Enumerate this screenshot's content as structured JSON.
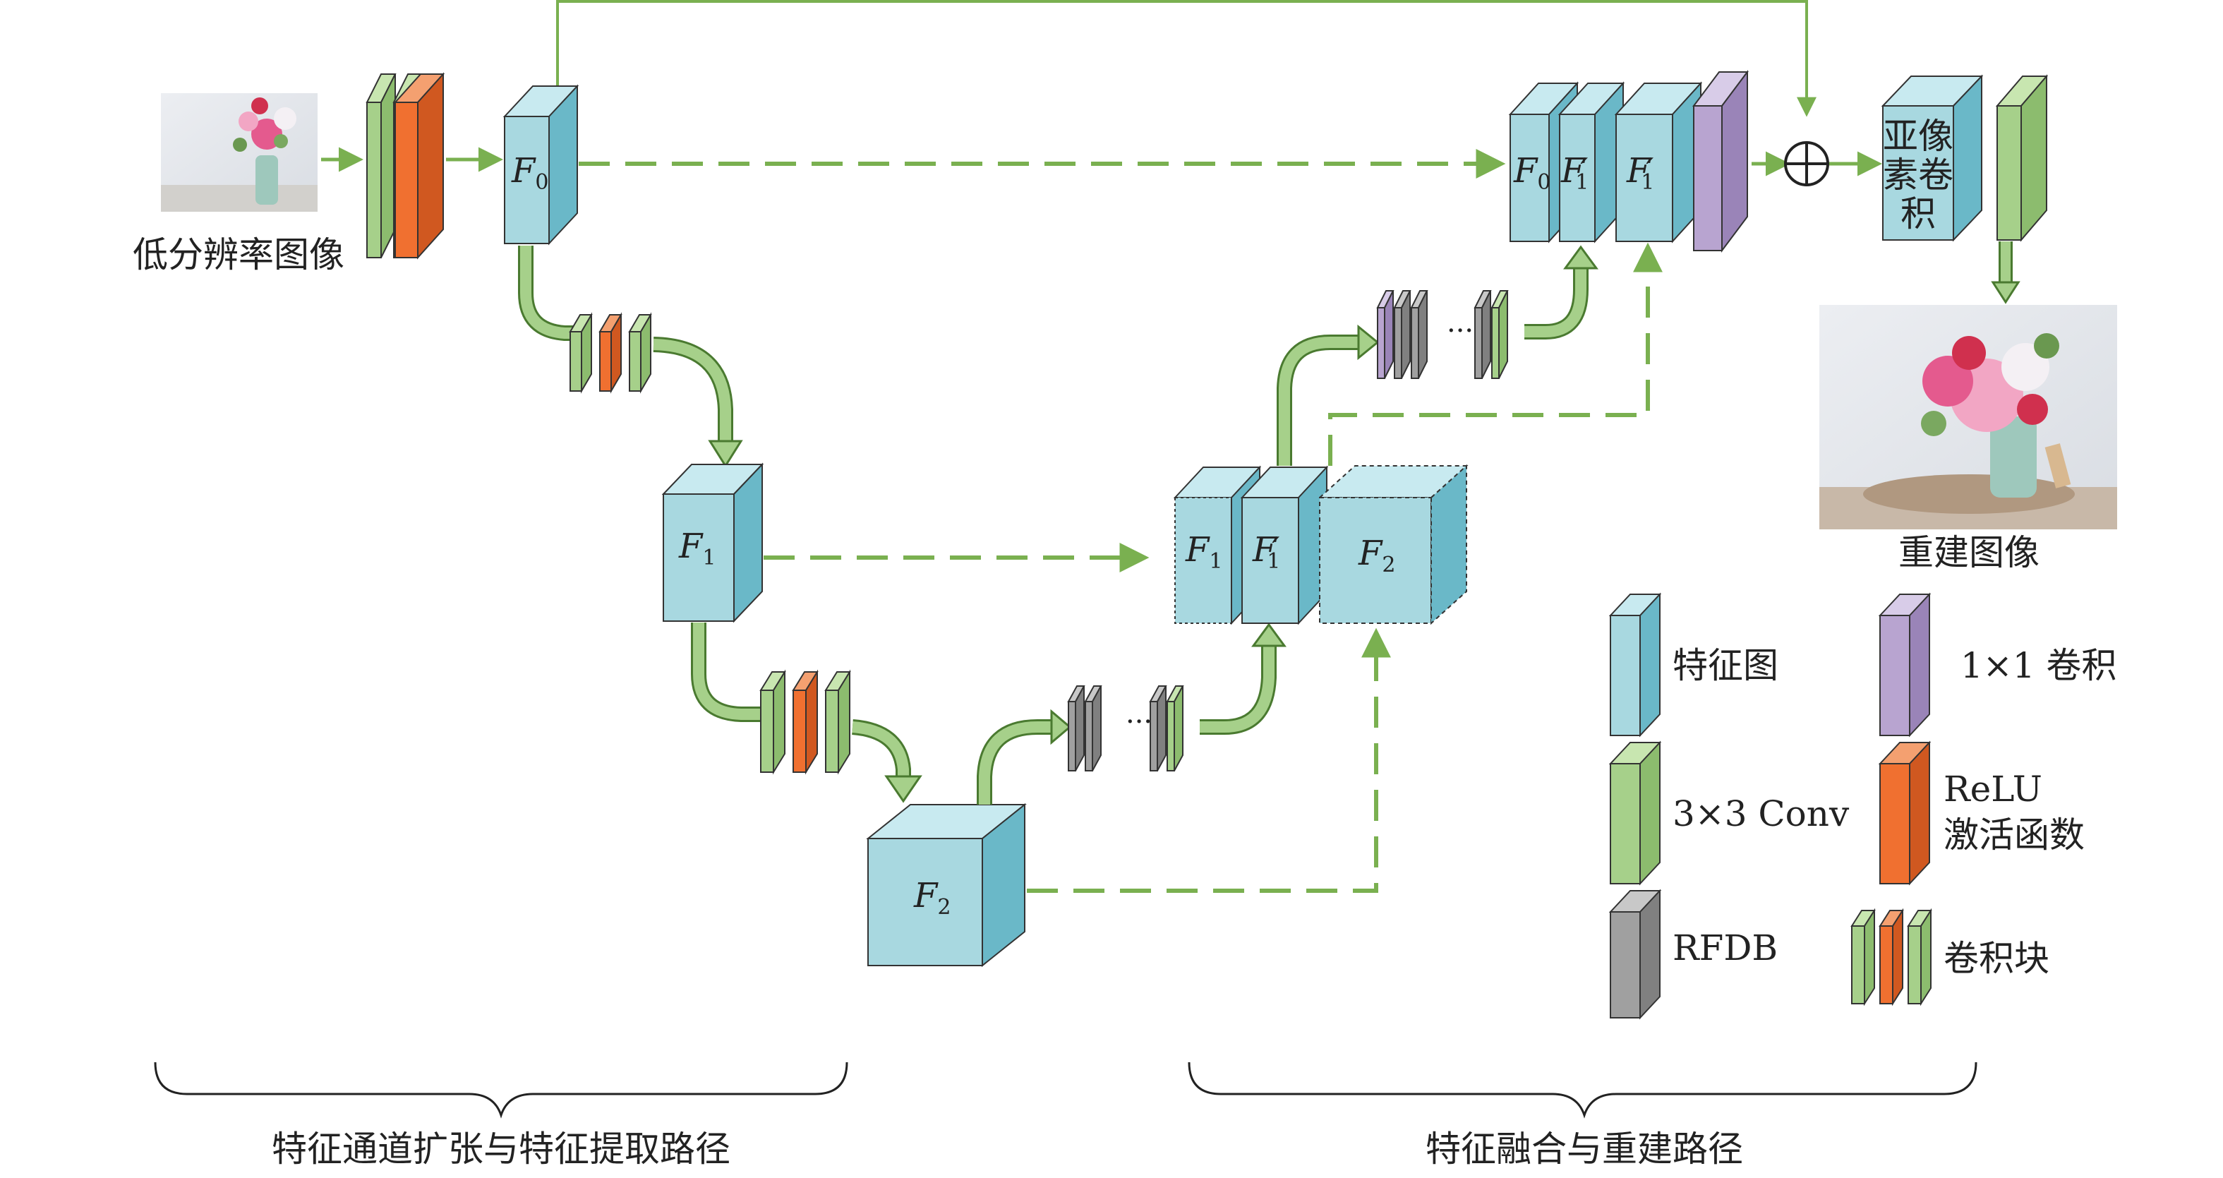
{
  "labels": {
    "input_caption": "低分辨率图像",
    "output_caption": "重建图像",
    "subpixel_line1": "亚像",
    "subpixel_line2": "素卷",
    "subpixel_line3": "积",
    "left_path": "特征通道扩张与特征提取路径",
    "right_path": "特征融合与重建路径",
    "dots": "···"
  },
  "feature_labels": {
    "F0": "F",
    "F0_sub": "0",
    "F1": "F",
    "F1_sub": "1",
    "F2": "F",
    "F2_sub": "2",
    "F1p": "F",
    "F1p_sub": "1",
    "prime": "′"
  },
  "legend": [
    {
      "key": "feature_map",
      "label": "特征图",
      "color": "#a8d8e0"
    },
    {
      "key": "conv1x1",
      "label": "1×1 卷积",
      "color": "#b8a4d0"
    },
    {
      "key": "conv3x3",
      "label": "3×3 Conv",
      "color": "#a6d08a"
    },
    {
      "key": "relu",
      "label_line1": "ReLU",
      "label_line2": "激活函数",
      "color": "#f07030"
    },
    {
      "key": "rfdb",
      "label": "RFDB",
      "color": "#a0a0a0"
    },
    {
      "key": "conv_block",
      "label": "卷积块"
    }
  ],
  "colors": {
    "feature": "#a8d8e0",
    "feature_side": "#6ab8c8",
    "feature_top": "#c8eaf0",
    "green": "#a6d08a",
    "orange": "#f07030",
    "purple": "#b8a4d0",
    "gray": "#a0a0a0",
    "arrow": "#7ab050"
  }
}
